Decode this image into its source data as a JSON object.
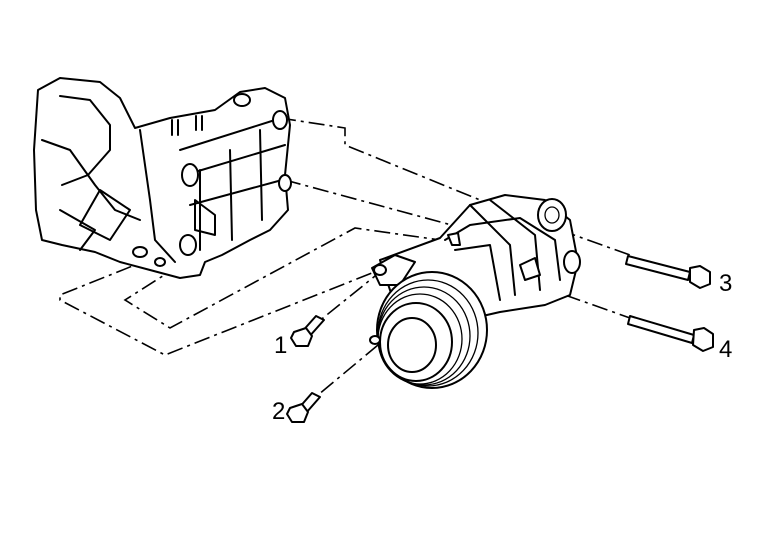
{
  "callouts": [
    {
      "id": "1",
      "text": "1"
    },
    {
      "id": "2",
      "text": "2"
    },
    {
      "id": "3",
      "text": "3"
    },
    {
      "id": "4",
      "text": "4"
    }
  ]
}
